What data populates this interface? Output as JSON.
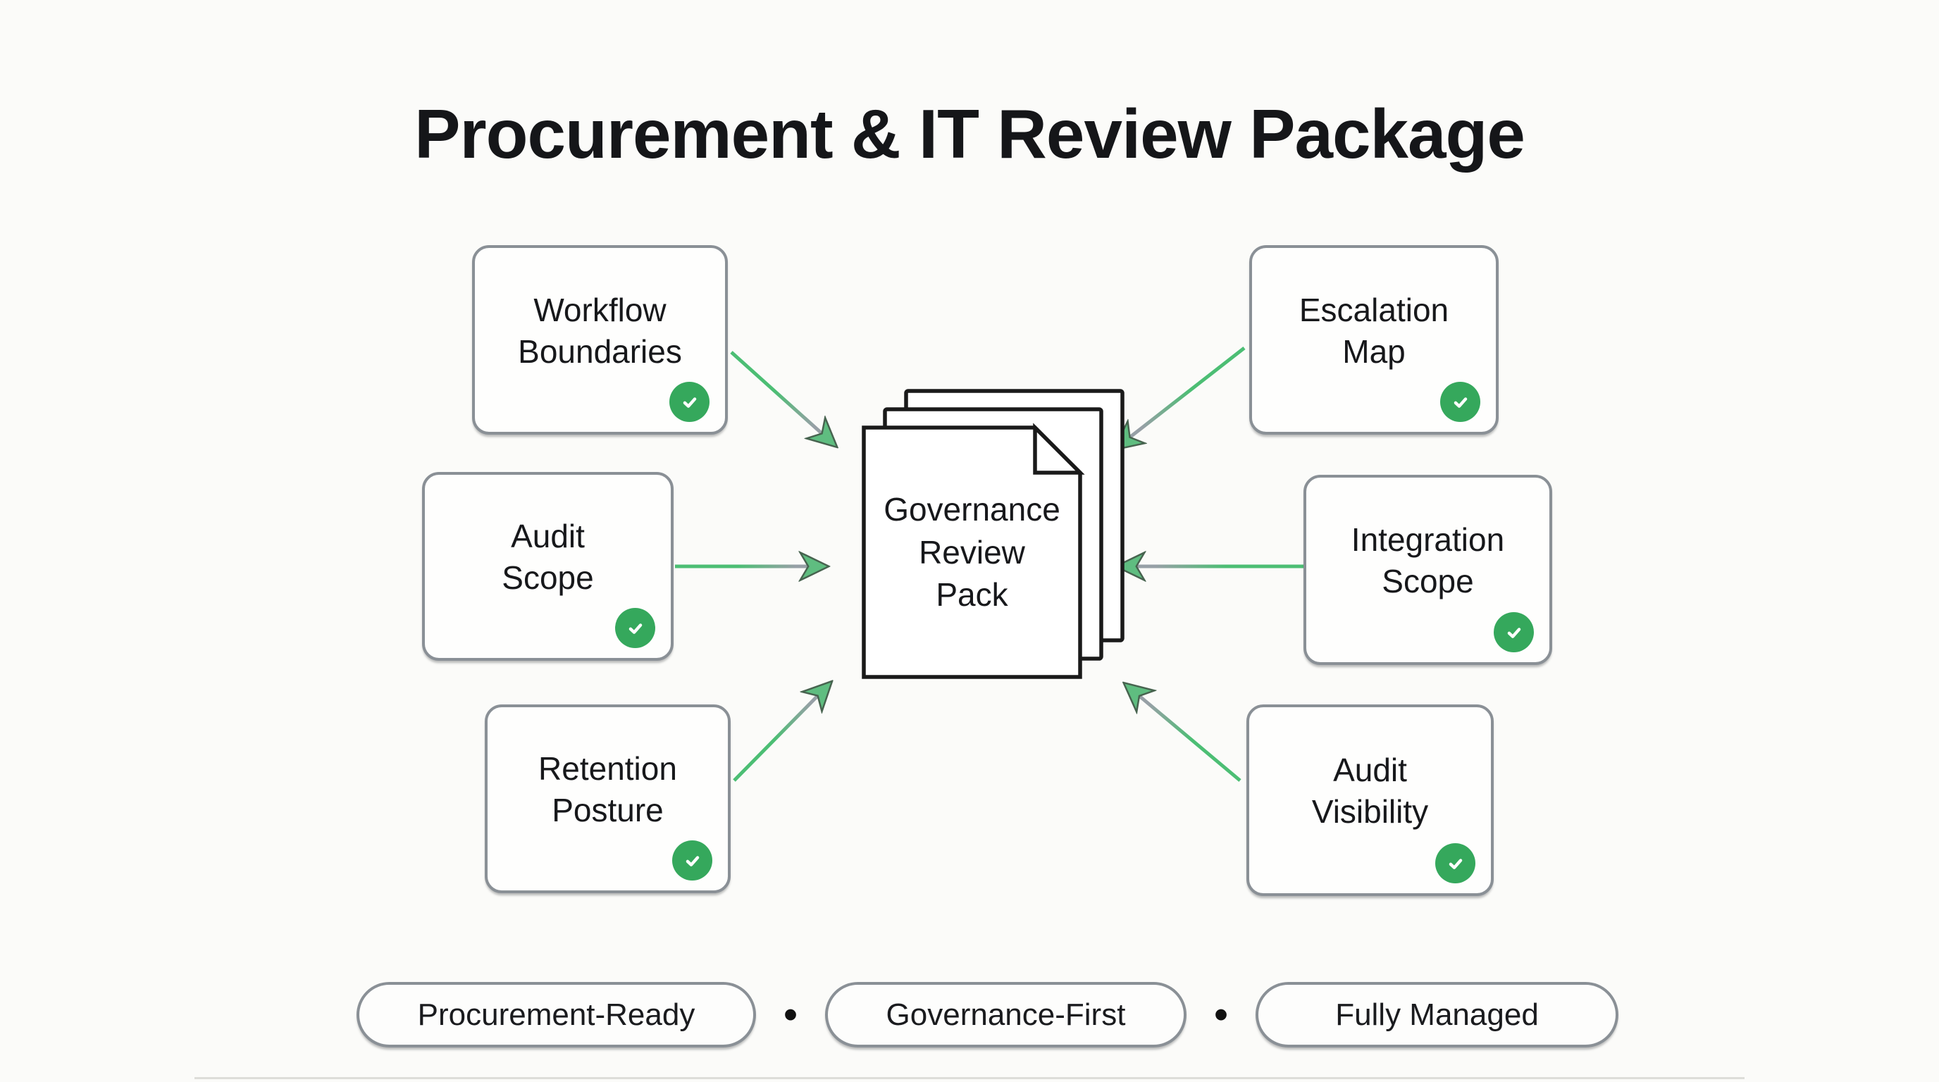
{
  "title": "Procurement & IT Review Package",
  "center_node": {
    "name": "Governance Review Pack",
    "lines": [
      "Governance",
      "Review",
      "Pack"
    ]
  },
  "nodes": [
    {
      "id": "workflow-boundaries",
      "lines": [
        "Workflow",
        "Boundaries"
      ],
      "checked": true,
      "side": "left"
    },
    {
      "id": "audit-scope",
      "lines": [
        "Audit",
        "Scope"
      ],
      "checked": true,
      "side": "left"
    },
    {
      "id": "retention-posture",
      "lines": [
        "Retention",
        "Posture"
      ],
      "checked": true,
      "side": "left"
    },
    {
      "id": "escalation-map",
      "lines": [
        "Escalation",
        "Map"
      ],
      "checked": true,
      "side": "right"
    },
    {
      "id": "integration-scope",
      "lines": [
        "Integration",
        "Scope"
      ],
      "checked": true,
      "side": "right"
    },
    {
      "id": "audit-visibility",
      "lines": [
        "Audit",
        "Visibility"
      ],
      "checked": true,
      "side": "right"
    }
  ],
  "badges": [
    "Procurement-Ready",
    "Governance-First",
    "Fully Managed"
  ],
  "badge_separator": "•",
  "colors": {
    "background": "#FBFBF9",
    "box_border": "#8A9096",
    "check_green": "#35A85C",
    "arrow_green": "#4CBE74",
    "arrow_gray": "#97A0A6",
    "arrowhead_fill": "#5FBD80",
    "document_stroke": "#1A1A1A",
    "text": "#17181B"
  }
}
